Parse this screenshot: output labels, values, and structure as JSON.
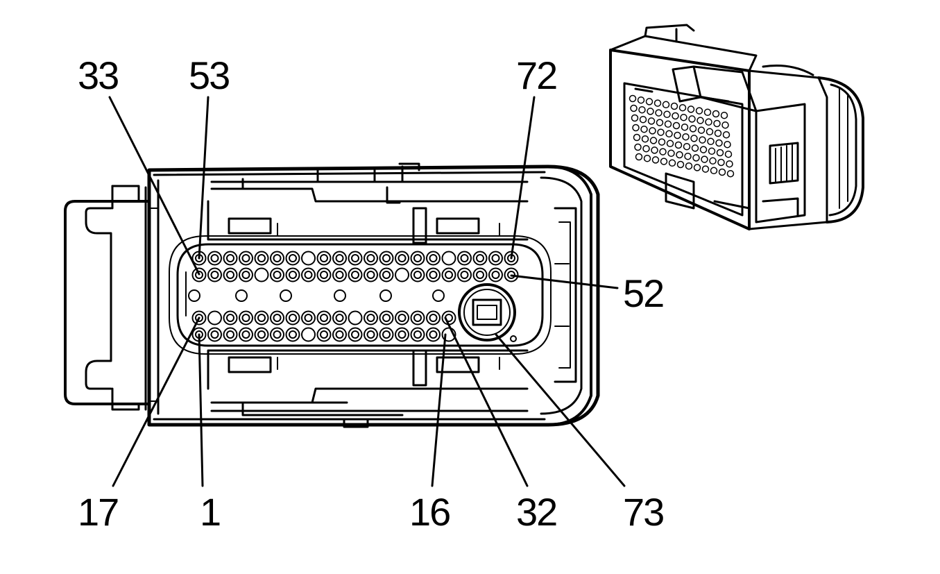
{
  "diagram": {
    "pin_labels": {
      "p33": "33",
      "p53": "53",
      "p72": "72",
      "p52": "52",
      "p17": "17",
      "p1": "1",
      "p16": "16",
      "p32": "32",
      "p73": "73"
    },
    "colors": {
      "ink": "#000000",
      "paper": "#ffffff"
    }
  }
}
